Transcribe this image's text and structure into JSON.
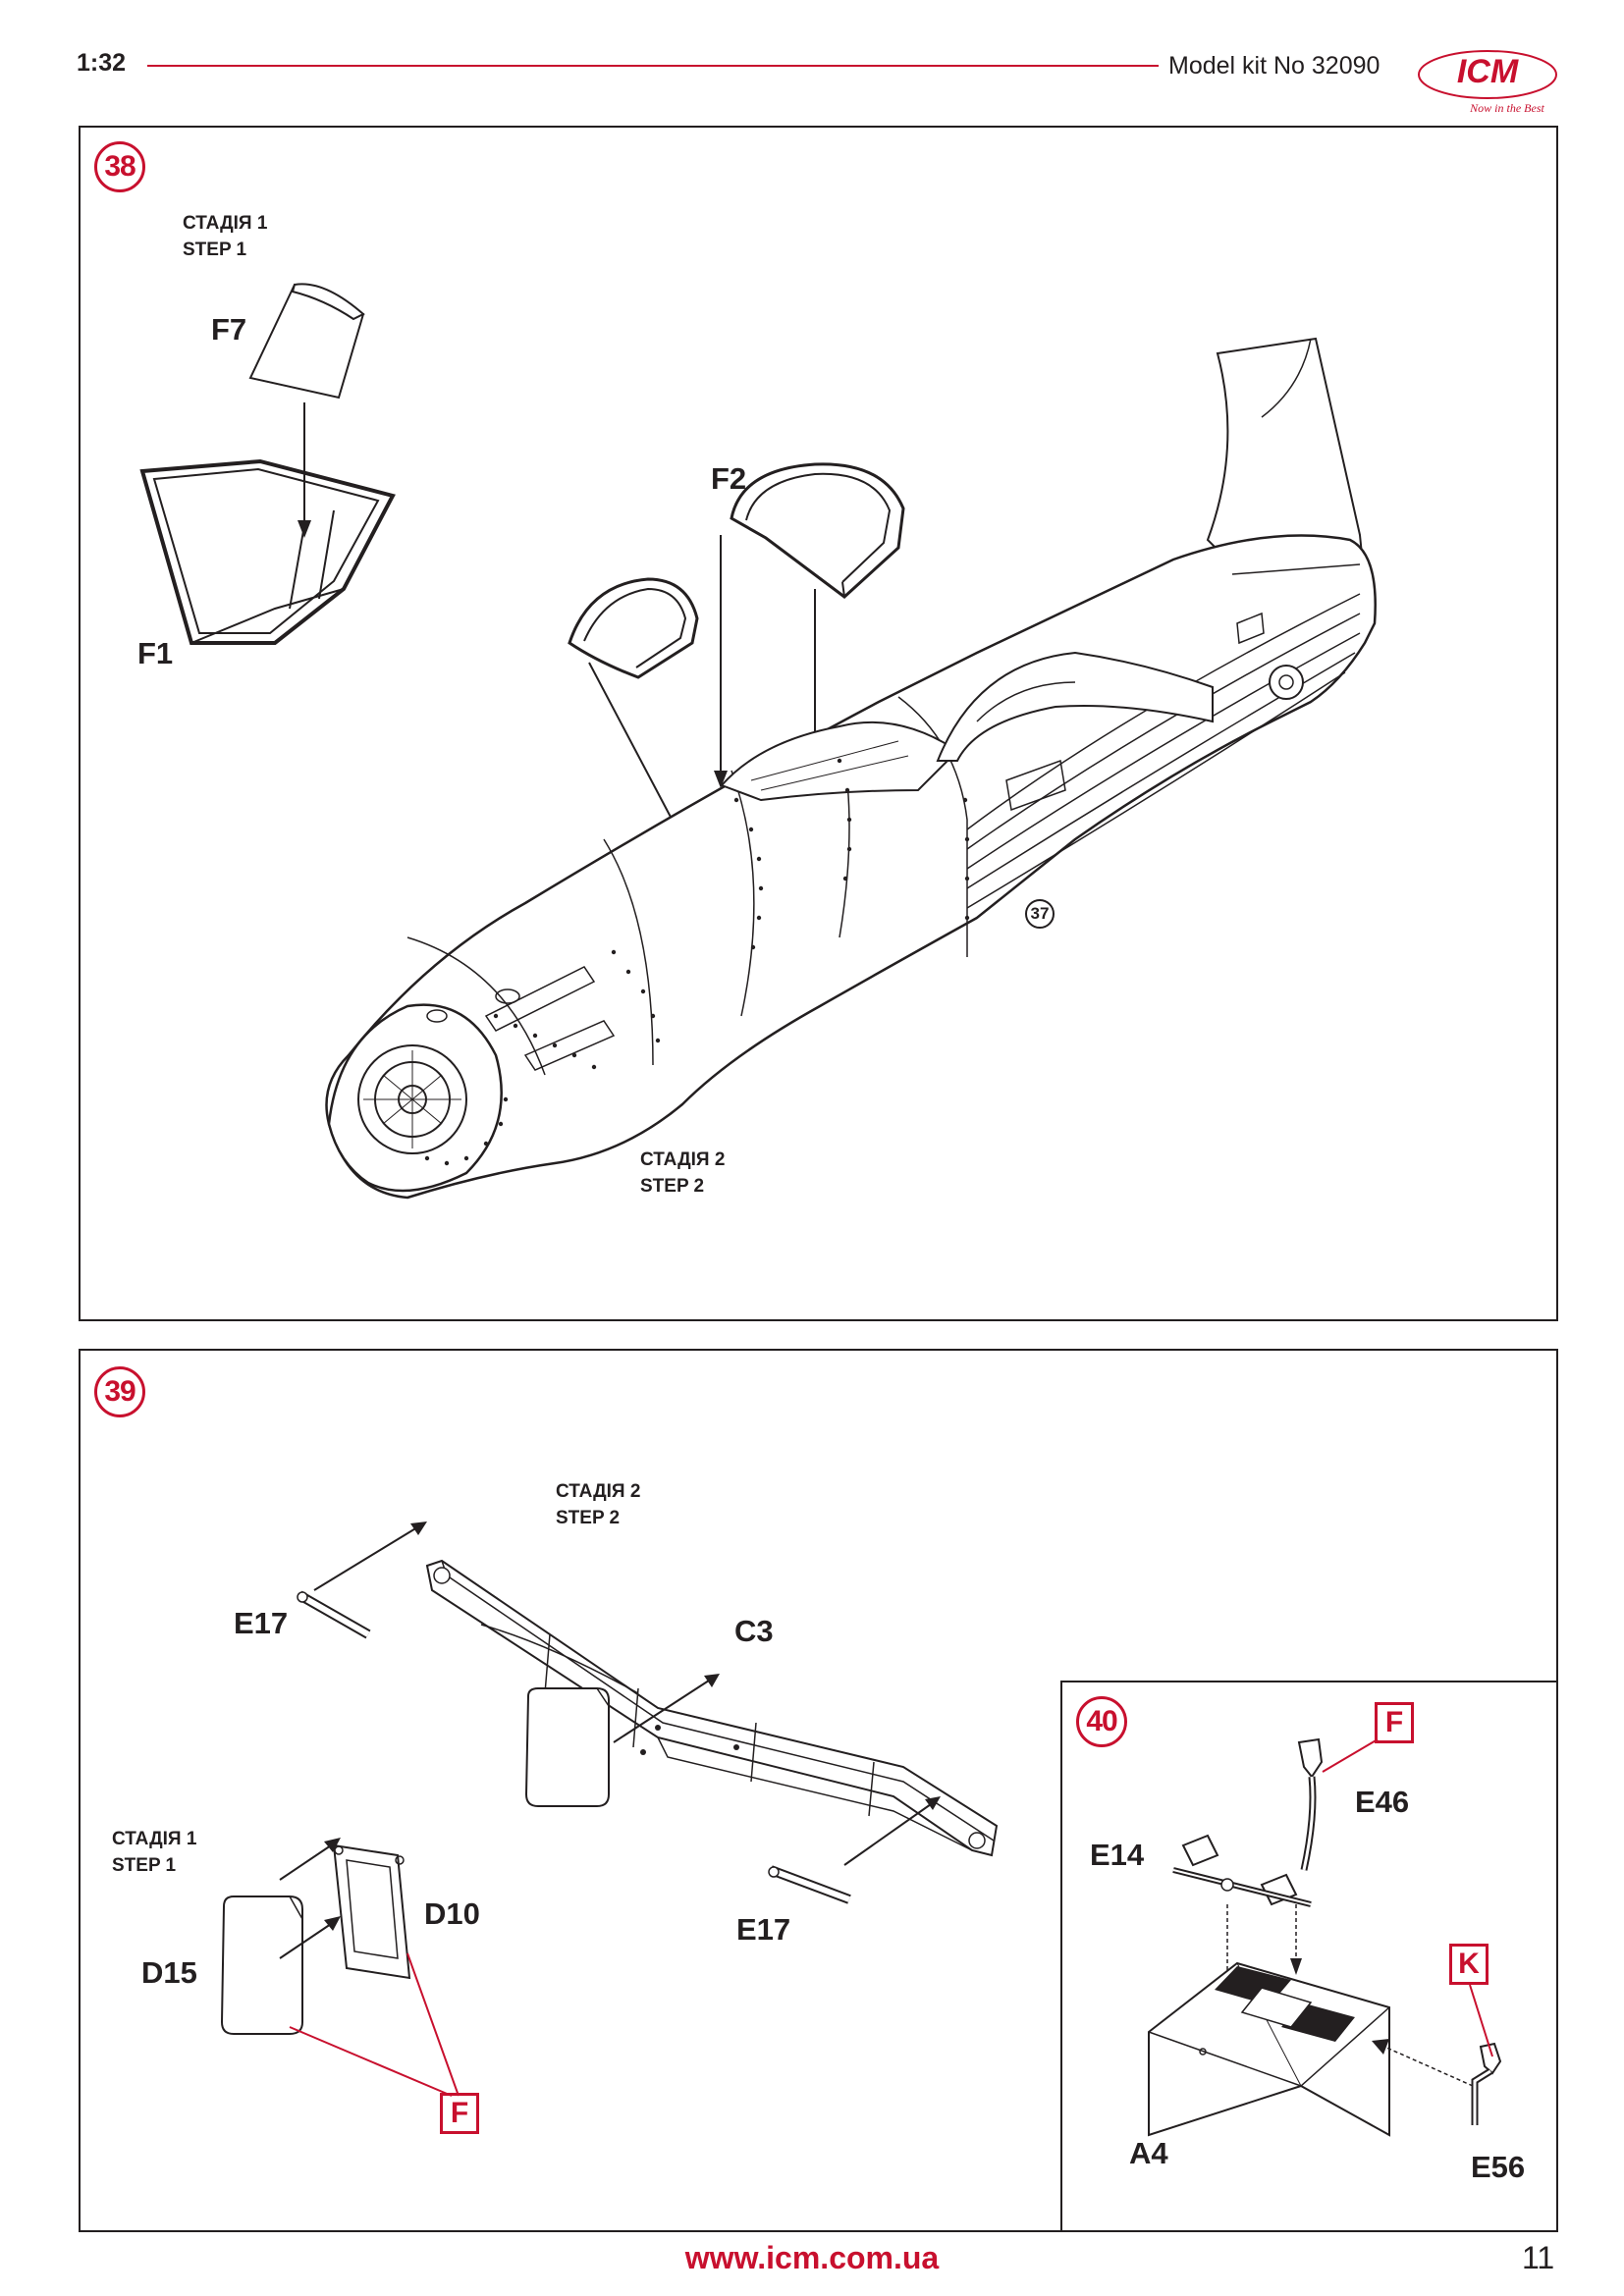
{
  "header": {
    "scale": "1:32",
    "kit_label": "Model kit No 32090",
    "logo_text": "ICM",
    "logo_tagline": "Now in the Best"
  },
  "step38": {
    "number": "38",
    "stage1_ua": "СТАДІЯ 1",
    "stage1_en": "STEP 1",
    "stage2_ua": "СТАДІЯ 2",
    "stage2_en": "STEP 2",
    "parts": {
      "f7": "F7",
      "f1": "F1",
      "f2": "F2"
    },
    "ref_step": "37"
  },
  "step39": {
    "number": "39",
    "stage1_ua": "СТАДІЯ 1",
    "stage1_en": "STEP 1",
    "stage2_ua": "СТАДІЯ 2",
    "stage2_en": "STEP 2",
    "parts": {
      "e17_top": "E17",
      "c3": "C3",
      "e17_bottom": "E17",
      "d10": "D10",
      "d15": "D15"
    },
    "paint_code": "F"
  },
  "step40": {
    "number": "40",
    "parts": {
      "e46": "E46",
      "e14": "E14",
      "a4": "A4",
      "e56": "E56"
    },
    "paint_code_1": "F",
    "paint_code_2": "K"
  },
  "footer": {
    "url": "www.icm.com.ua",
    "page": "11"
  },
  "colors": {
    "accent": "#c8102e",
    "ink": "#231f20"
  }
}
